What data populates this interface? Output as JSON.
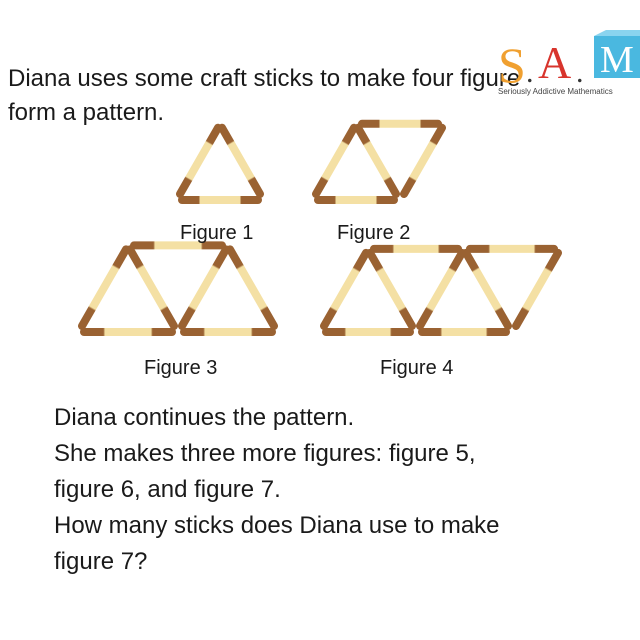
{
  "intro": {
    "line1": "Diana uses some craft sticks to make four figure",
    "line2": "form a pattern."
  },
  "logo": {
    "letters": "S.A.M",
    "tagline": "Seriously Addictive Mathematics",
    "colors": {
      "s": "#f0a030",
      "a": "#d8342c",
      "m_box": "#4ab8e0"
    }
  },
  "figures": [
    {
      "caption": "Figure 1",
      "sticks": 3
    },
    {
      "caption": "Figure 2",
      "sticks": 5
    },
    {
      "caption": "Figure 3",
      "sticks": 7
    },
    {
      "caption": "Figure 4",
      "sticks": 9
    }
  ],
  "question": {
    "line1": "Diana continues the pattern.",
    "line2": "She makes three more figures: figure 5,",
    "line3": "figure 6,  and figure 7.",
    "line4": "How many sticks does Diana use to make",
    "line5": "figure 7?"
  },
  "colors": {
    "stick_end": "#9a6232",
    "stick_mid": "#f4e0a4",
    "text": "#1a1a1a"
  }
}
